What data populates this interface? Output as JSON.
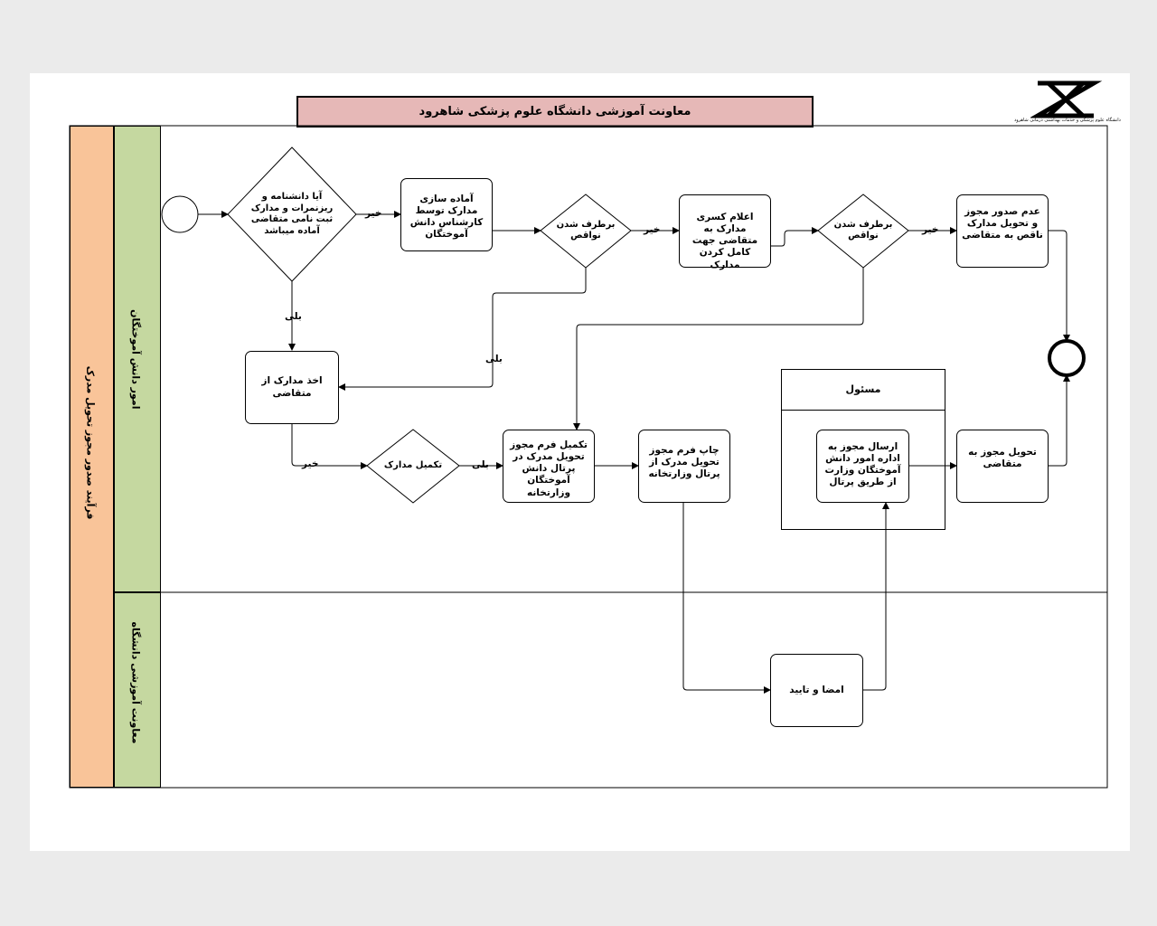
{
  "header": {
    "title": "معاونت آموزشی دانشگاه علوم پزشکی شاهرود"
  },
  "logo": {
    "name": "university-logo-icon",
    "caption": "دانشگاه علوم پزشکی و خدمات بهداشتی درمانی شاهرود"
  },
  "pool": {
    "label": "فرآیند صدور مجوز تحویل مدرک"
  },
  "lanes": [
    {
      "label": "امور دانش آموختگان"
    },
    {
      "label": "معاونت آموزشی دانشگاه"
    }
  ],
  "nodes": {
    "q_ready": "آیا دانشنامه و ریزنمرات و مدارک ثبت نامی متقاضی آماده میباشد",
    "prepare_docs": "آماده سازی مدارک توسط کارشناس دانش آموختگان",
    "fix_1": "برطرف شدن نواقص",
    "announce_missing": "اعلام کسری مدارک به متقاضی جهت کامل کردن مدارک",
    "fix_2": "برطرف شدن نواقص",
    "no_permit": "عدم صدور مجوز و تحویل مدارک ناقص به متقاضی",
    "take_docs": "اخذ مدارک از متقاضی",
    "complete_docs": "تکمیل مدارک",
    "fill_form": "تکمیل فرم مجوز تحویل مدرک در پرتال دانش آموختگان وزارتخانه",
    "print_form": "چاپ فرم مجوز تحویل مدرک از پرتال وزارتخانه",
    "send_permit": "ارسال مجوز به اداره امور دانش آموختگان وزارت از طریق پرتال",
    "deliver_permit": "تحویل مجوز به متقاضی",
    "sign_approve": "امضا و تایید",
    "group_label": "مسئول"
  },
  "edge_labels": {
    "no": "خیر",
    "yes": "بلی"
  },
  "colors": {
    "header_fill": "#e6b8b7",
    "pool_fill": "#f9c499",
    "lane_fill": "#c5d8a0"
  }
}
